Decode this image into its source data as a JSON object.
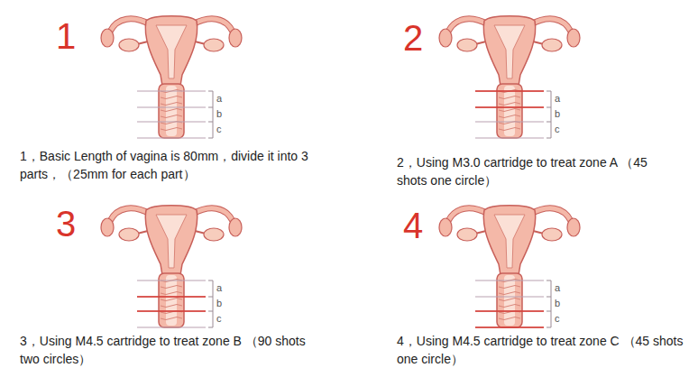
{
  "diagram": {
    "labels": [
      "1",
      "a",
      "b",
      "c",
      "1，Basic Length of vagina is 80mm，divide it into 3 parts，（25mm for each part）",
      "2",
      "a",
      "b",
      "c",
      "2，Using M3.0 cartridge to treat zone A （45 shots one circle）",
      "3",
      "a",
      "b",
      "c",
      "3，Using M4.5 cartridge to treat zone B （90 shots two circles）",
      "4",
      "a",
      "b",
      "c",
      "4，Using M4.5 cartridge to treat zone C （45 shots one circle）"
    ]
  }
}
